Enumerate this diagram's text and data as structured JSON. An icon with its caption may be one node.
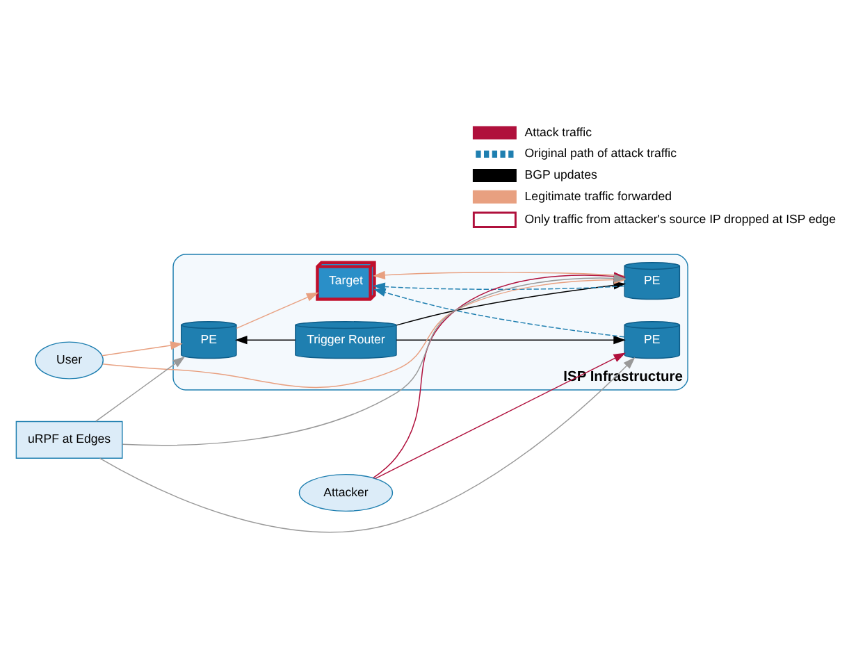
{
  "diagram": {
    "nodes": [
      {
        "text": [
          "ISP Infrastructure"
        ]
      },
      {
        "text": [
          "User"
        ]
      },
      {
        "text": [
          "Attacker"
        ]
      },
      {
        "text": [
          "uRPF at Edges"
        ]
      },
      {
        "text": [
          "PE"
        ],
        "in": 0
      },
      {
        "text": [
          "Trigger Router"
        ],
        "in": 0
      },
      {
        "text": [
          "PE"
        ],
        "in": 0
      },
      {
        "text": [
          "PE"
        ],
        "in": 0
      },
      {
        "text": [
          "Target"
        ],
        "in": 0
      }
    ],
    "edges": [
      {
        "from": 1,
        "to": 4,
        "arrow": "to",
        "color": "#e8a080"
      },
      {
        "from": 1,
        "to": 6,
        "arrow": "to",
        "color": "#e8a080"
      },
      {
        "from": 3,
        "to": 4,
        "arrow": "to",
        "color": "#999999"
      },
      {
        "from": 3,
        "to": 6,
        "arrow": "to",
        "color": "#999999"
      },
      {
        "from": 3,
        "to": 7,
        "arrow": "to",
        "color": "#999999"
      },
      {
        "from": 2,
        "to": 6,
        "arrow": "to",
        "color": "#b0103c"
      },
      {
        "from": 2,
        "to": 7,
        "arrow": "to",
        "color": "#b0103c"
      },
      {
        "from": 5,
        "to": 4,
        "arrow": "to",
        "color": "#000000"
      },
      {
        "from": 5,
        "to": 6,
        "arrow": "to",
        "color": "#000000"
      },
      {
        "from": 5,
        "to": 7,
        "arrow": "to",
        "color": "#000000"
      },
      {
        "from": 4,
        "to": 8,
        "arrow": "to",
        "color": "#e8a080"
      },
      {
        "from": 6,
        "to": 8,
        "arrow": "to",
        "style": "dashed",
        "color": "#1f7fb0"
      },
      {
        "from": 6,
        "to": 8,
        "arrow": "to",
        "color": "#e8a080"
      },
      {
        "from": 7,
        "to": 8,
        "arrow": "to",
        "style": "dashed",
        "color": "#1f7fb0"
      }
    ],
    "legend": [
      {
        "text": "Attack traffic"
      },
      {
        "text": "Original path of attack traffic"
      },
      {
        "text": "BGP updates"
      },
      {
        "text": "Legitimate traffic forwarded"
      },
      {
        "text": "Only traffic from attacker's source IP dropped at ISP edge"
      }
    ]
  }
}
